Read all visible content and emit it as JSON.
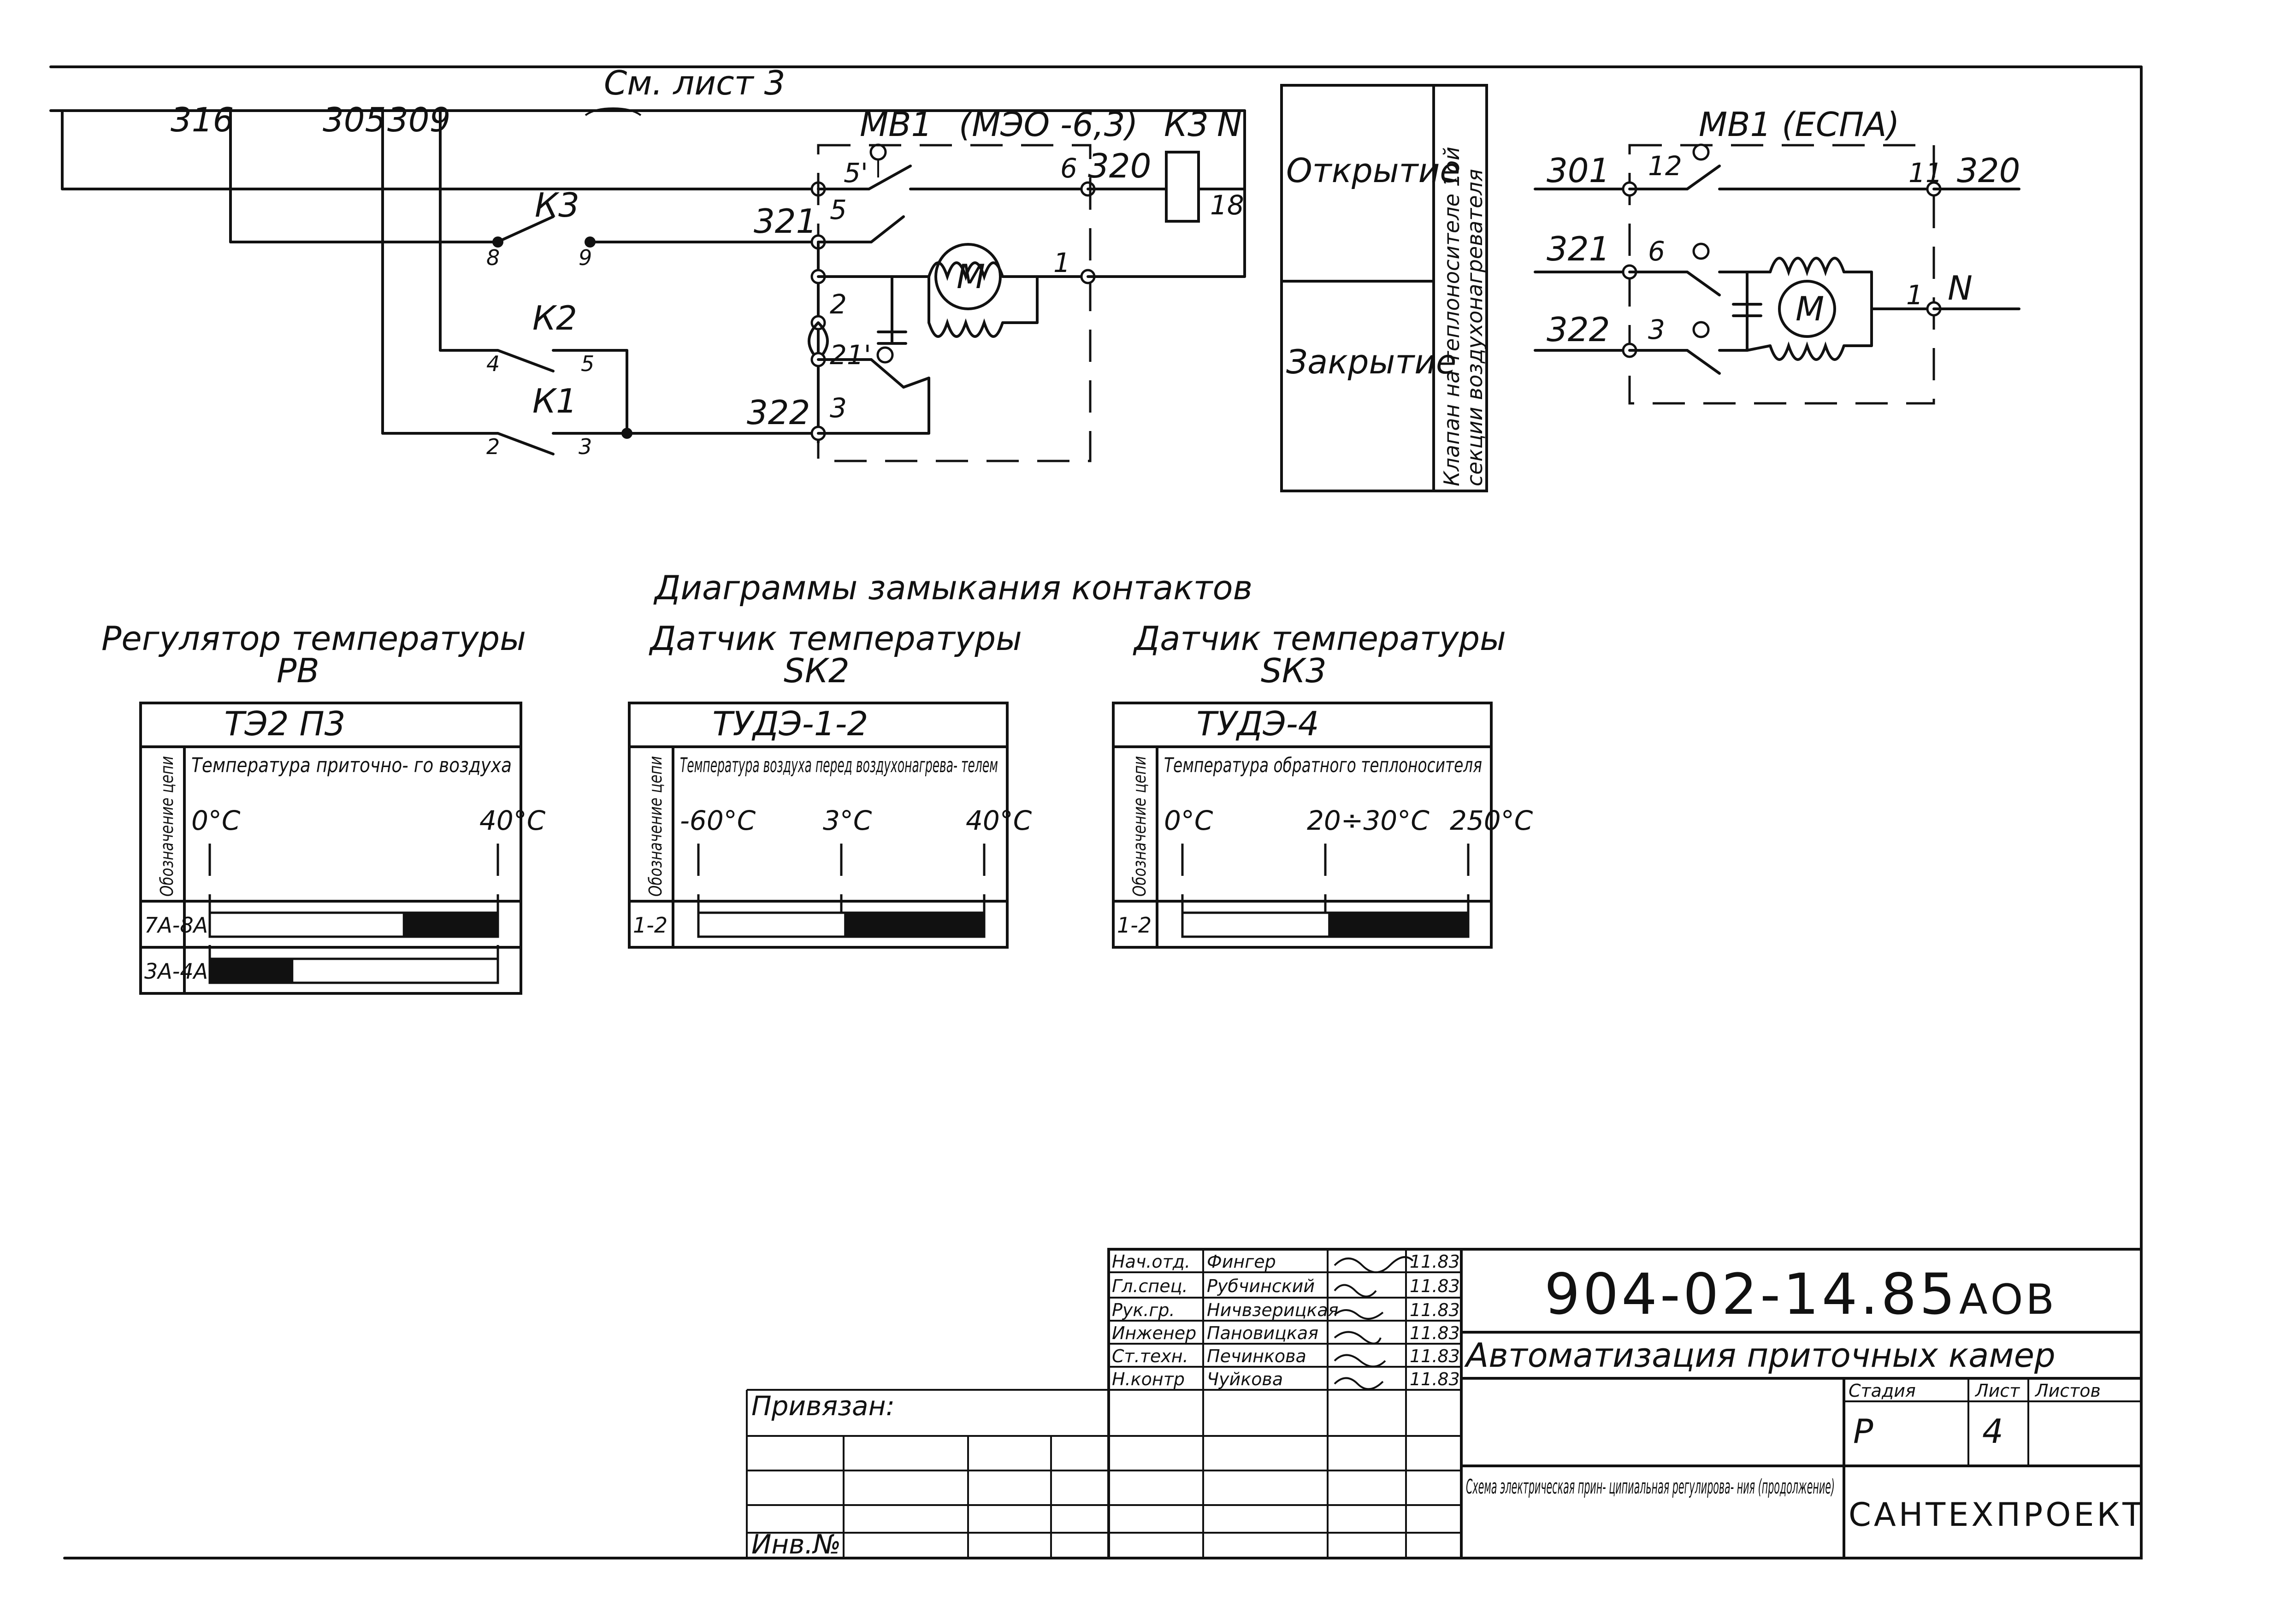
{
  "schematic": {
    "ref_note": "См. лист 3",
    "wires": [
      "316",
      "305",
      "309",
      "320",
      "321",
      "322"
    ],
    "motor_title": "МВ1",
    "motor_type": "(МЭО -6,3)",
    "relay_label": "К3",
    "neutral_label": "N",
    "motor_symbol": "M",
    "contact_labels": {
      "k3": "К3",
      "k2": "К2",
      "k1": "К1",
      "k3_a": "8",
      "k3_b": "9",
      "k2_a": "4",
      "k2_b": "5",
      "k1_a": "2",
      "k1_b": "3"
    },
    "terminals": {
      "t5p": "5'",
      "t5": "5",
      "t6": "6",
      "t1": "1",
      "t2": "2",
      "t21": "21'",
      "t3": "3",
      "t18": "18"
    }
  },
  "valve_table": {
    "open": "Открытие",
    "close": "Закрытие",
    "note_line1": "Клапан на теплоносителе 1ой",
    "note_line2": "секции воздухонагревателя"
  },
  "alt_schematic": {
    "title": "МВ1 (ЕСПА)",
    "wires": [
      "301",
      "321",
      "322",
      "320",
      "N"
    ],
    "terminals": {
      "t12": "12",
      "t11": "11",
      "t6": "6",
      "t3": "3",
      "t1": "1"
    },
    "motor_symbol": "M"
  },
  "diagrams": {
    "heading": "Диаграммы замыкания контактов",
    "panels": [
      {
        "title": "Регулятор температуры",
        "sub": "РВ",
        "model": "ТЭ2 П3",
        "row_header": "Обозначение цепи",
        "desc": "Температура приточно- го воздуха",
        "scale": [
          "0°С",
          "40°С"
        ],
        "rows": [
          {
            "circuit": "7А-8А",
            "closed": [
              0.67,
              1.0
            ]
          },
          {
            "circuit": "3А-4А",
            "closed": [
              0.0,
              0.29
            ]
          }
        ]
      },
      {
        "title": "Датчик температуры",
        "sub": "SК2",
        "model": "ТУДЭ-1-2",
        "row_header": "Обозначение цепи",
        "desc": "Температура воздуха перед воздухонагрева- телем",
        "scale": [
          "-60°С",
          "3°С",
          "40°С"
        ],
        "rows": [
          {
            "circuit": "1-2",
            "closed": [
              0.51,
              1.0
            ]
          }
        ]
      },
      {
        "title": "Датчик температуры",
        "sub": "SК3",
        "model": "ТУДЭ-4",
        "row_header": "Обозначение цепи",
        "desc": "Температура обратного теплоносителя",
        "scale": [
          "0°С",
          "20÷30°С",
          "250°С"
        ],
        "rows": [
          {
            "circuit": "1-2",
            "closed": [
              0.51,
              1.0
            ]
          }
        ]
      }
    ]
  },
  "title_block": {
    "doc_code": "904-02-14.85",
    "doc_suffix": "АОВ",
    "project": "Автоматизация приточных камер",
    "roles": [
      "Нач.отд.",
      "Гл.спец.",
      "Рук.гр.",
      "Инженер",
      "Ст.техн.",
      "Н.контр"
    ],
    "names": [
      "Фингер",
      "Рубчинский",
      "Ничвзерицкая",
      "Пановицкая",
      "Печинкова",
      "Чуйкова"
    ],
    "dates": [
      "11.83",
      "11.83",
      "11.83",
      "11.83",
      "11.83",
      "11.83"
    ],
    "sheet_title": "Схема электрическая прин- ципиальная регулирова- ния (продолжение)",
    "stage_header": "Стадия",
    "sheet_header": "Лист",
    "sheets_header": "Листов",
    "stage": "Р",
    "sheet_no": "4",
    "org": "САНТЕХПРОЕКТ",
    "bound": "Привязан:",
    "inv": "Инв.№"
  }
}
